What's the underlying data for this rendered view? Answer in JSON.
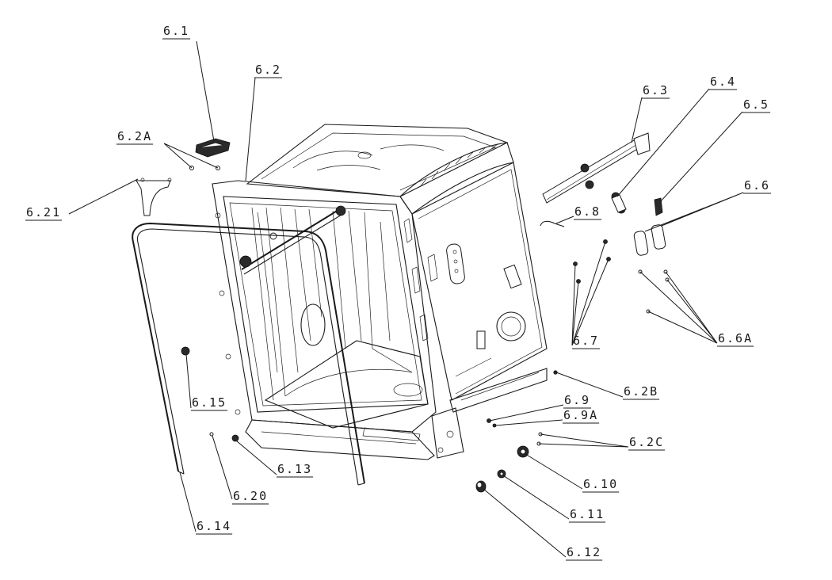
{
  "callouts": [
    {
      "id": "6.1",
      "label": "6.1"
    },
    {
      "id": "6.2",
      "label": "6.2"
    },
    {
      "id": "6.2A",
      "label": "6.2A"
    },
    {
      "id": "6.21",
      "label": "6.21"
    },
    {
      "id": "6.3",
      "label": "6.3"
    },
    {
      "id": "6.4",
      "label": "6.4"
    },
    {
      "id": "6.5",
      "label": "6.5"
    },
    {
      "id": "6.6",
      "label": "6.6"
    },
    {
      "id": "6.8",
      "label": "6.8"
    },
    {
      "id": "6.7",
      "label": "6.7"
    },
    {
      "id": "6.6A",
      "label": "6.6A"
    },
    {
      "id": "6.2B",
      "label": "6.2B"
    },
    {
      "id": "6.9",
      "label": "6.9"
    },
    {
      "id": "6.9A",
      "label": "6.9A"
    },
    {
      "id": "6.2C",
      "label": "6.2C"
    },
    {
      "id": "6.15",
      "label": "6.15"
    },
    {
      "id": "6.13",
      "label": "6.13"
    },
    {
      "id": "6.10",
      "label": "6.10"
    },
    {
      "id": "6.20",
      "label": "6.20"
    },
    {
      "id": "6.11",
      "label": "6.11"
    },
    {
      "id": "6.14",
      "label": "6.14"
    },
    {
      "id": "6.12",
      "label": "6.12"
    }
  ]
}
